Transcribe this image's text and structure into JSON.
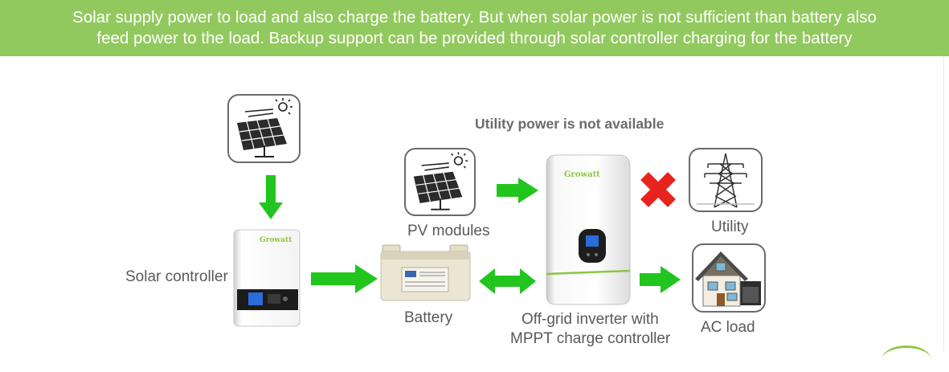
{
  "banner": {
    "line1": "Solar supply power to load and also charge the battery. But when solar power is not sufficient than battery also",
    "line2": "feed power to the load. Backup support can be provided through solar controller charging for the battery"
  },
  "diagram": {
    "title": "Utility power is not available",
    "solar_controller_label": "Solar controller",
    "battery_label": "Battery",
    "pv_label": "PV modules",
    "inverter_label_line1": "Off-grid inverter with",
    "inverter_label_line2": "MPPT charge controller",
    "utility_label": "Utility",
    "ac_load_label": "AC load",
    "brand": "Growatt"
  },
  "colors": {
    "banner": "#92c95e",
    "arrow": "#22c51e",
    "cross": "#e8231f",
    "inverter_stripe": "#8cc63f",
    "label_text": "#595959"
  },
  "icons": [
    "solar-panel-icon",
    "solar-controller-device",
    "battery-device",
    "inverter-device",
    "power-tower-icon",
    "house-icon",
    "red-cross-icon"
  ]
}
